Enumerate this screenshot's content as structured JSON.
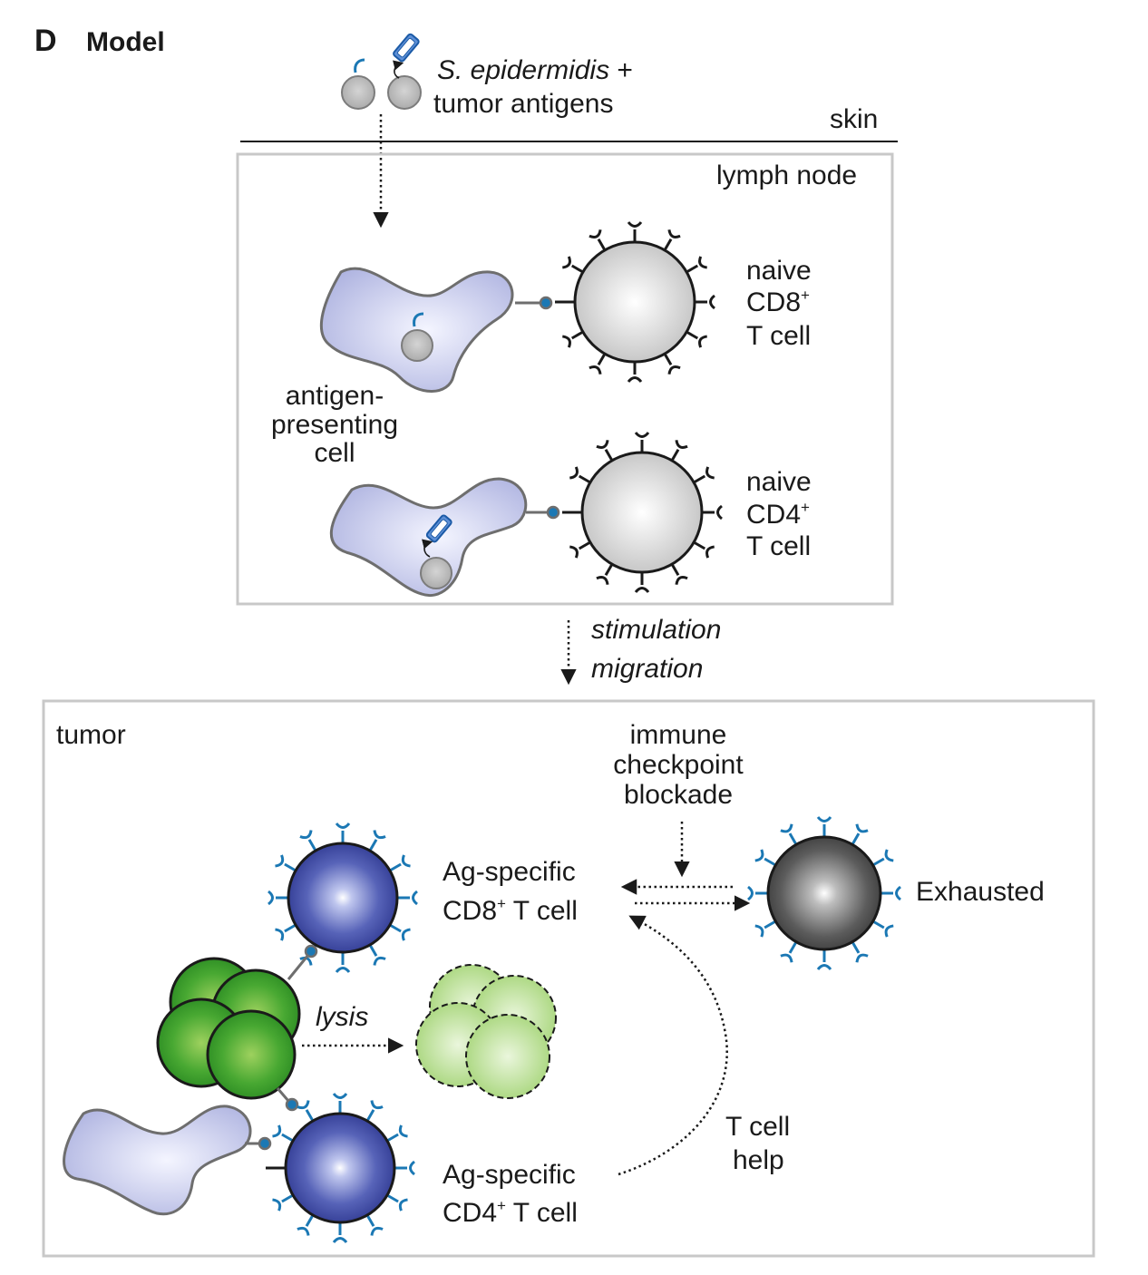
{
  "panel": {
    "letter": "D",
    "title": "Model"
  },
  "top": {
    "bacteria_label_italic": "S. epidermidis",
    "bacteria_label_plus": " +",
    "antigens_label": "tumor antigens",
    "skin_label": "skin"
  },
  "lymph_node": {
    "title": "lymph node",
    "apc_label": [
      "antigen-",
      "presenting",
      "cell"
    ],
    "cd8_label": [
      "naive",
      "CD8",
      "T cell"
    ],
    "cd4_label": [
      "naive",
      "CD4",
      "T cell"
    ],
    "superscript": "+"
  },
  "transition": {
    "line1": "stimulation",
    "line2": "migration"
  },
  "tumor": {
    "title": "tumor",
    "checkpoint_label": [
      "immune",
      "checkpoint",
      "blockade"
    ],
    "cd8_specific": [
      "Ag-specific",
      "CD8",
      " T cell"
    ],
    "cd4_specific": [
      "Ag-specific",
      "CD4",
      " T cell"
    ],
    "exhausted_label": "Exhausted",
    "lysis_label": "lysis",
    "help_label": [
      "T cell",
      "help"
    ],
    "superscript": "+"
  },
  "colors": {
    "apc_fill": "#c3c6e8",
    "naive_fill": "#d9d9d9",
    "specific_fill": "#4451a8",
    "exhausted_fill": "#5a5a5a",
    "tumor_fill": "#3a9a2a",
    "lysed_fill": "#b4dc8c",
    "receptor_blue": "#1b78b4",
    "box_border": "#c8c8c8"
  }
}
